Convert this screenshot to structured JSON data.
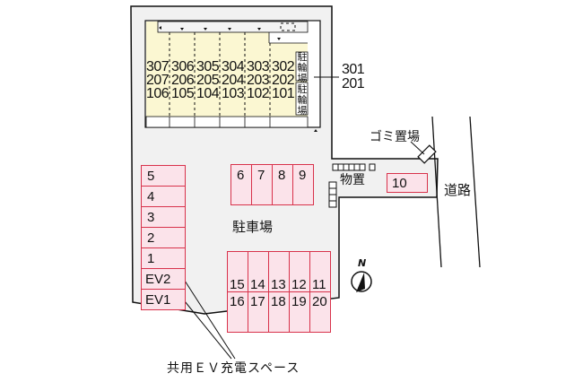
{
  "map": {
    "colors": {
      "lot_fill": "#f1f1f1",
      "building_fill": "#fbf7d2",
      "stall_fill": "#fbe3ea",
      "stall_border": "#d8324b",
      "line": "#111111"
    },
    "building": {
      "units_row3": [
        "307",
        "306",
        "305",
        "304",
        "303",
        "302"
      ],
      "units_row2": [
        "207",
        "206",
        "205",
        "204",
        "203",
        "202"
      ],
      "units_row1": [
        "106",
        "105",
        "104",
        "103",
        "102",
        "101"
      ],
      "bike_parking_1": "駐輪場",
      "bike_parking_2": "駐輪場",
      "callout_units": [
        "301",
        "201"
      ]
    },
    "labels": {
      "garbage": "ゴミ置場",
      "storage": "物置",
      "parking": "駐車場",
      "road": "道路",
      "ev_space": "共用ＥＶ充電スペース",
      "north": "N"
    },
    "parking_stalls": {
      "left_column": [
        "5",
        "4",
        "3",
        "2",
        "1",
        "EV2",
        "EV1"
      ],
      "top_row": [
        "6",
        "7",
        "8",
        "9"
      ],
      "bottom_block_top": [
        "15",
        "14",
        "13",
        "12",
        "11"
      ],
      "bottom_block_bottom": [
        "16",
        "17",
        "18",
        "19",
        "20"
      ],
      "standalone": "10"
    }
  }
}
